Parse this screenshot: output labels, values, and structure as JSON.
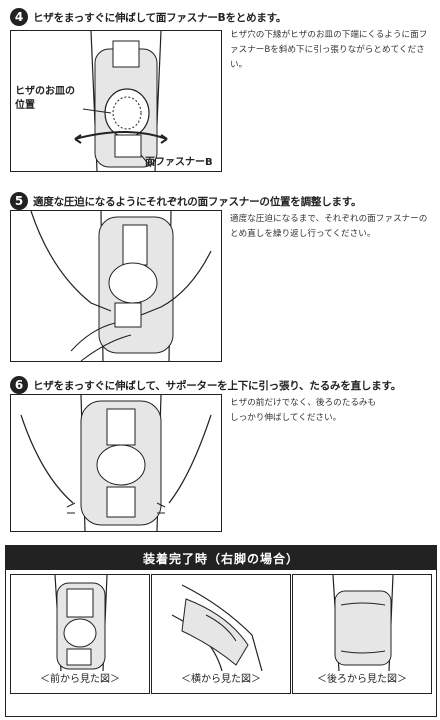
{
  "steps": [
    {
      "number": "4",
      "title": "ヒザをまっすぐに伸ばして面ファスナーBをとめます。",
      "description": "ヒザ穴の下縁がヒザのお皿の下端にくるように面ファスナーBを斜め下に引っ張りながらとめてください。",
      "callouts": {
        "kneecap": "ヒザのお皿の\n位置",
        "fastener_b": "面ファスナーB"
      }
    },
    {
      "number": "5",
      "title": "適度な圧迫になるようにそれぞれの面ファスナーの位置を調整します。",
      "description": "適度な圧迫になるまで、それぞれの面ファスナーのとめ直しを繰り返し行ってください。"
    },
    {
      "number": "6",
      "title": "ヒザをまっすぐに伸ばして、サポーターを上下に引っ張り、たるみを直します。",
      "description": "ヒザの前だけでなく、後ろのたるみもしっかり伸ばしてください。"
    }
  ],
  "summary": {
    "title": "装着完了時（右脚の場合）",
    "views": [
      {
        "caption": "＜前から見た図＞"
      },
      {
        "caption": "＜横から見た図＞"
      },
      {
        "caption": "＜後ろから見た図＞"
      }
    ]
  },
  "colors": {
    "ink": "#222222",
    "sleeve": "#e6e6e6",
    "skin": "#ffffff"
  }
}
